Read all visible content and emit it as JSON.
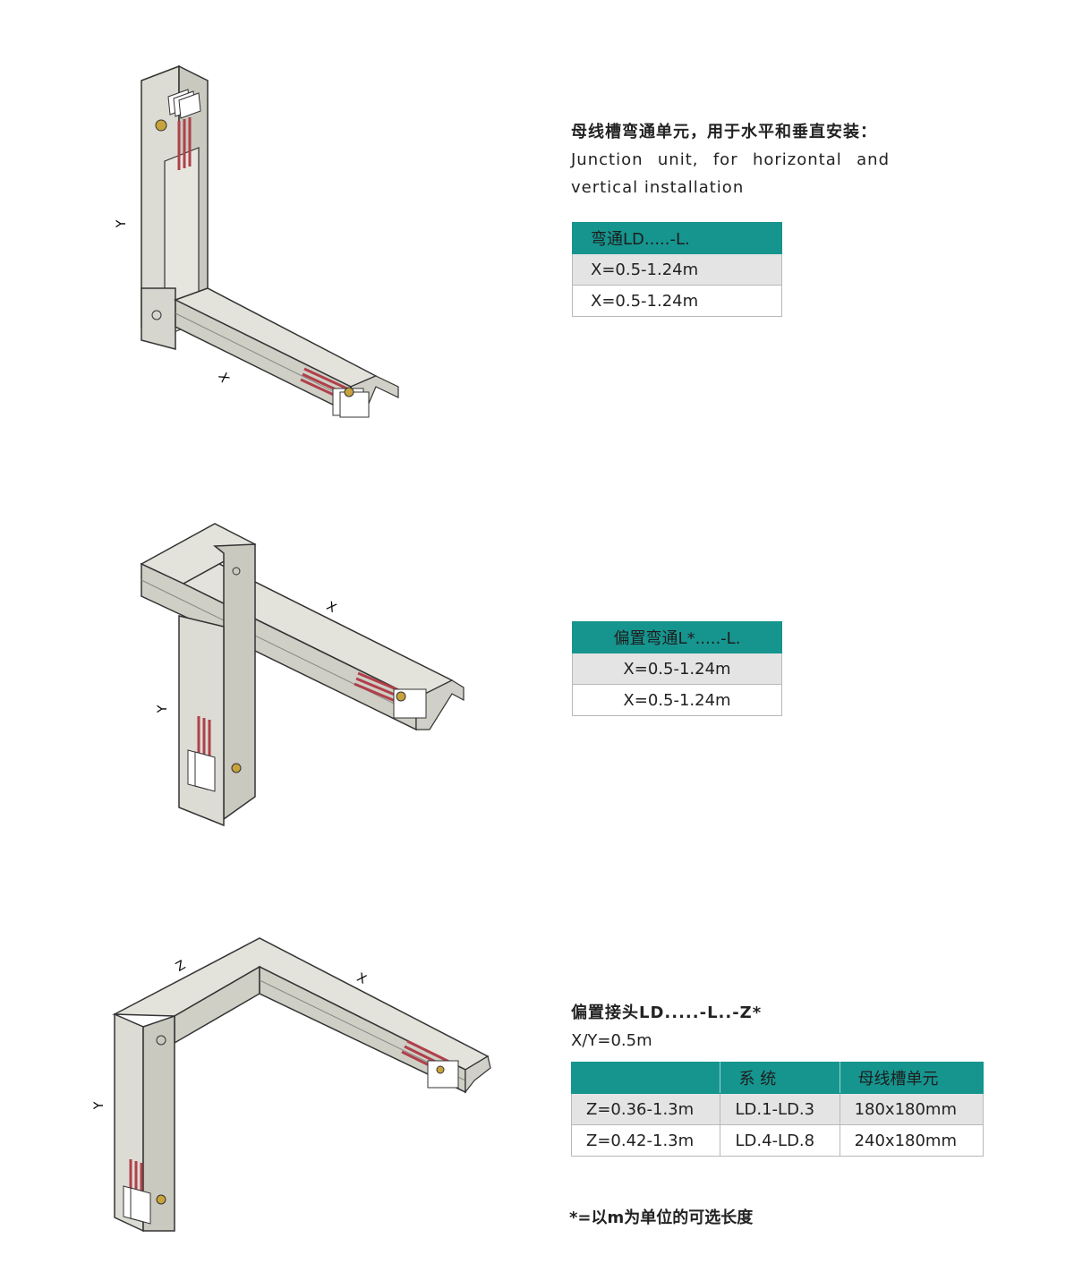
{
  "sections": [
    {
      "labels": {
        "x": "X",
        "y": "Y"
      },
      "caption_zh": "母线槽弯通单元，用于水平和垂直安装：",
      "caption_en_line1": "Junction unit, for horizontal and",
      "caption_en_line2": "vertical installation",
      "table": {
        "header": "弯通LD.....-L.",
        "rows": [
          "X=0.5-1.24m",
          "X=0.5-1.24m"
        ]
      }
    },
    {
      "labels": {
        "x": "X",
        "y": "Y"
      },
      "table": {
        "header": "偏置弯通L*.....-L.",
        "rows": [
          "X=0.5-1.24m",
          "X=0.5-1.24m"
        ]
      }
    },
    {
      "labels": {
        "x": "X",
        "y": "Y",
        "z": "Z"
      },
      "caption_line1": "偏置接头LD.....-L..-Z*",
      "caption_line2": "X/Y=0.5m",
      "table": {
        "headers": [
          "",
          "系  统",
          "母线槽单元"
        ],
        "rows": [
          [
            "Z=0.36-1.3m",
            "LD.1-LD.3",
            "180x180mm"
          ],
          [
            "Z=0.42-1.3m",
            "LD.4-LD.8",
            "240x180mm"
          ]
        ]
      }
    }
  ],
  "footnote": "*=以m为单位的可选长度",
  "colors": {
    "table_header": "#16958f",
    "row_gray": "#e4e4e4",
    "duct_face": "#dcdcd4",
    "conductor": "#b0404a"
  }
}
